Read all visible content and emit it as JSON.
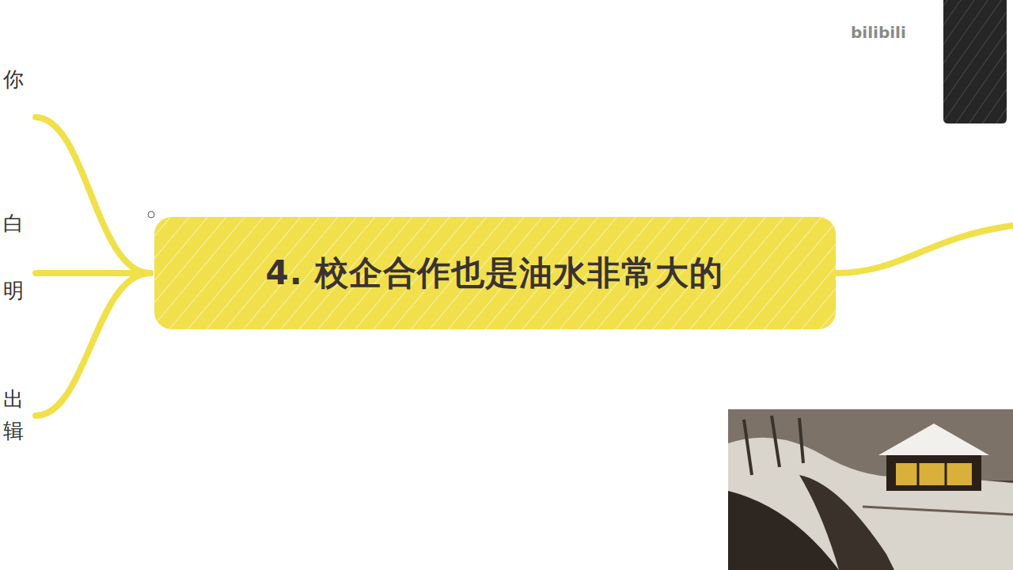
{
  "diagram": {
    "nodes": [
      {
        "text": [
          "4. 校企合作也是油水非常大的"
        ]
      }
    ],
    "labels": [
      "你",
      "白",
      "明",
      "出",
      "辑",
      "bilibili"
    ]
  }
}
